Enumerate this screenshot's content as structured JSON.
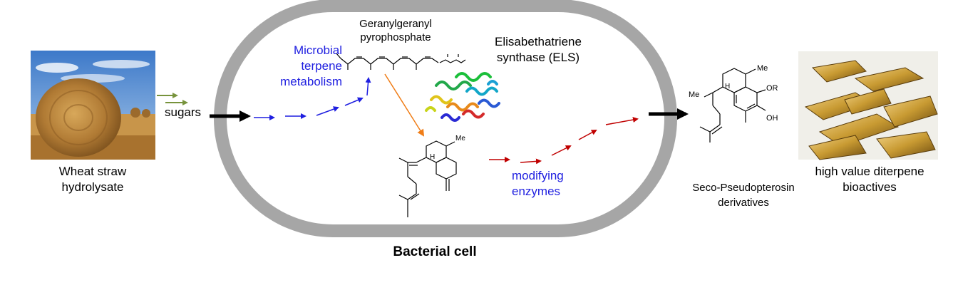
{
  "input": {
    "image_icon": "hay-bale-field-photo",
    "label_line1": "Wheat straw",
    "label_line2": "hydrolysate",
    "sugars_label": "sugars"
  },
  "cell": {
    "label": "Bacterial cell",
    "pathway_label_line1": "Microbial",
    "pathway_label_line2": "terpene",
    "pathway_label_line3": "metabolism",
    "modifying_line1": "modifying",
    "modifying_line2": "enzymes"
  },
  "precursor": {
    "name_line1": "Geranylgeranyl",
    "name_line2": "pyrophosphate"
  },
  "enzyme": {
    "name_line1": "Elisabethatriene",
    "name_line2": "synthase (ELS)",
    "icon": "protein-ribbon-structure"
  },
  "intermediate": {
    "atom_me": "Me",
    "atom_h": "H"
  },
  "product": {
    "name_line1": "Seco-Pseudopterosin",
    "name_line2": "derivatives",
    "atom_me_top": "Me",
    "atom_me_left": "Me",
    "atom_h": "H",
    "group_or": "OR",
    "group_oh": "OH"
  },
  "output": {
    "image_icon": "gold-bars-photo",
    "label_line1": "high value diterpene",
    "label_line2": "bioactives"
  },
  "colors": {
    "cell_wall": "#a6a6a6",
    "blue_arrows": "#1f1fe0",
    "red_arrows": "#c00000",
    "green_arrows": "#77933c",
    "orange_arrow": "#f07d17"
  }
}
